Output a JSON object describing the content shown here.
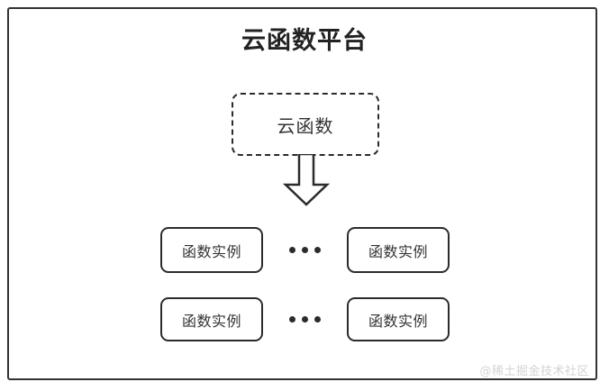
{
  "diagram": {
    "type": "architecture-block-diagram",
    "title": "云函数平台",
    "frame_color": "#333333",
    "text_color": "#333333",
    "background": "#ffffff",
    "cloud_function": {
      "label": "云函数",
      "border_style": "dashed",
      "border_color": "#2b2b2b"
    },
    "flow_arrow": {
      "direction": "down",
      "style": "outlined-block-arrow",
      "color": "#2b2b2b"
    },
    "instance_rows": [
      {
        "left_label": "函数实例",
        "ellipsis": "•••",
        "right_label": "函数实例"
      },
      {
        "left_label": "函数实例",
        "ellipsis": "•••",
        "right_label": "函数实例"
      }
    ],
    "watermark": "@稀土掘金技术社区",
    "watermark_color": "#d3d3d3"
  }
}
